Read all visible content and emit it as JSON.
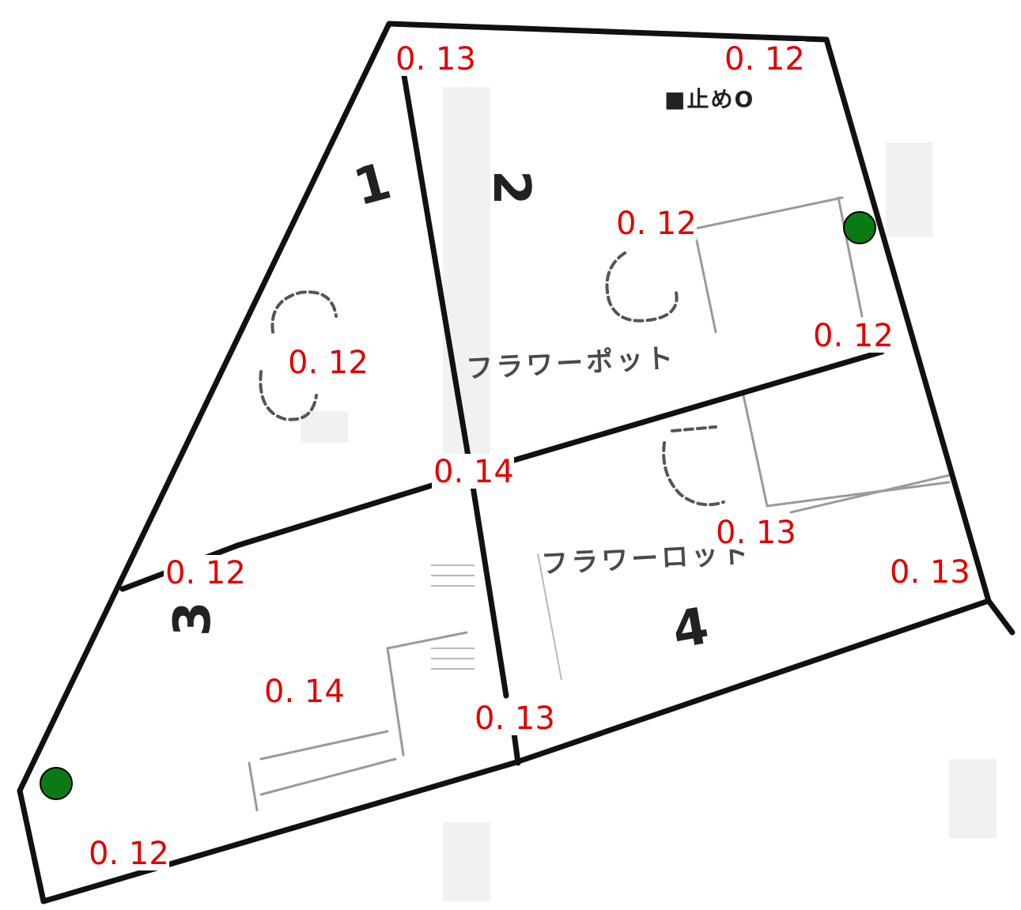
{
  "diagram": {
    "room_labels": [
      {
        "id": "1",
        "text": "1"
      },
      {
        "id": "2",
        "text": "2"
      },
      {
        "id": "3",
        "text": "3"
      },
      {
        "id": "4",
        "text": "4"
      }
    ],
    "faint_labels": {
      "flower_pot_top": "フラワーポット",
      "flower_pot_bottom": "フラワーロット",
      "top_right_mark": "■止めO"
    },
    "measurements": [
      "0. 13",
      "0. 12",
      "0. 12",
      "0. 12",
      "0. 12",
      "0. 14",
      "0. 12",
      "0. 13",
      "0. 13",
      "0. 14",
      "0. 13",
      "0. 12"
    ],
    "marker_color": "#0a7a14",
    "measure_color": "#e00000",
    "outline_color": "#111111"
  }
}
